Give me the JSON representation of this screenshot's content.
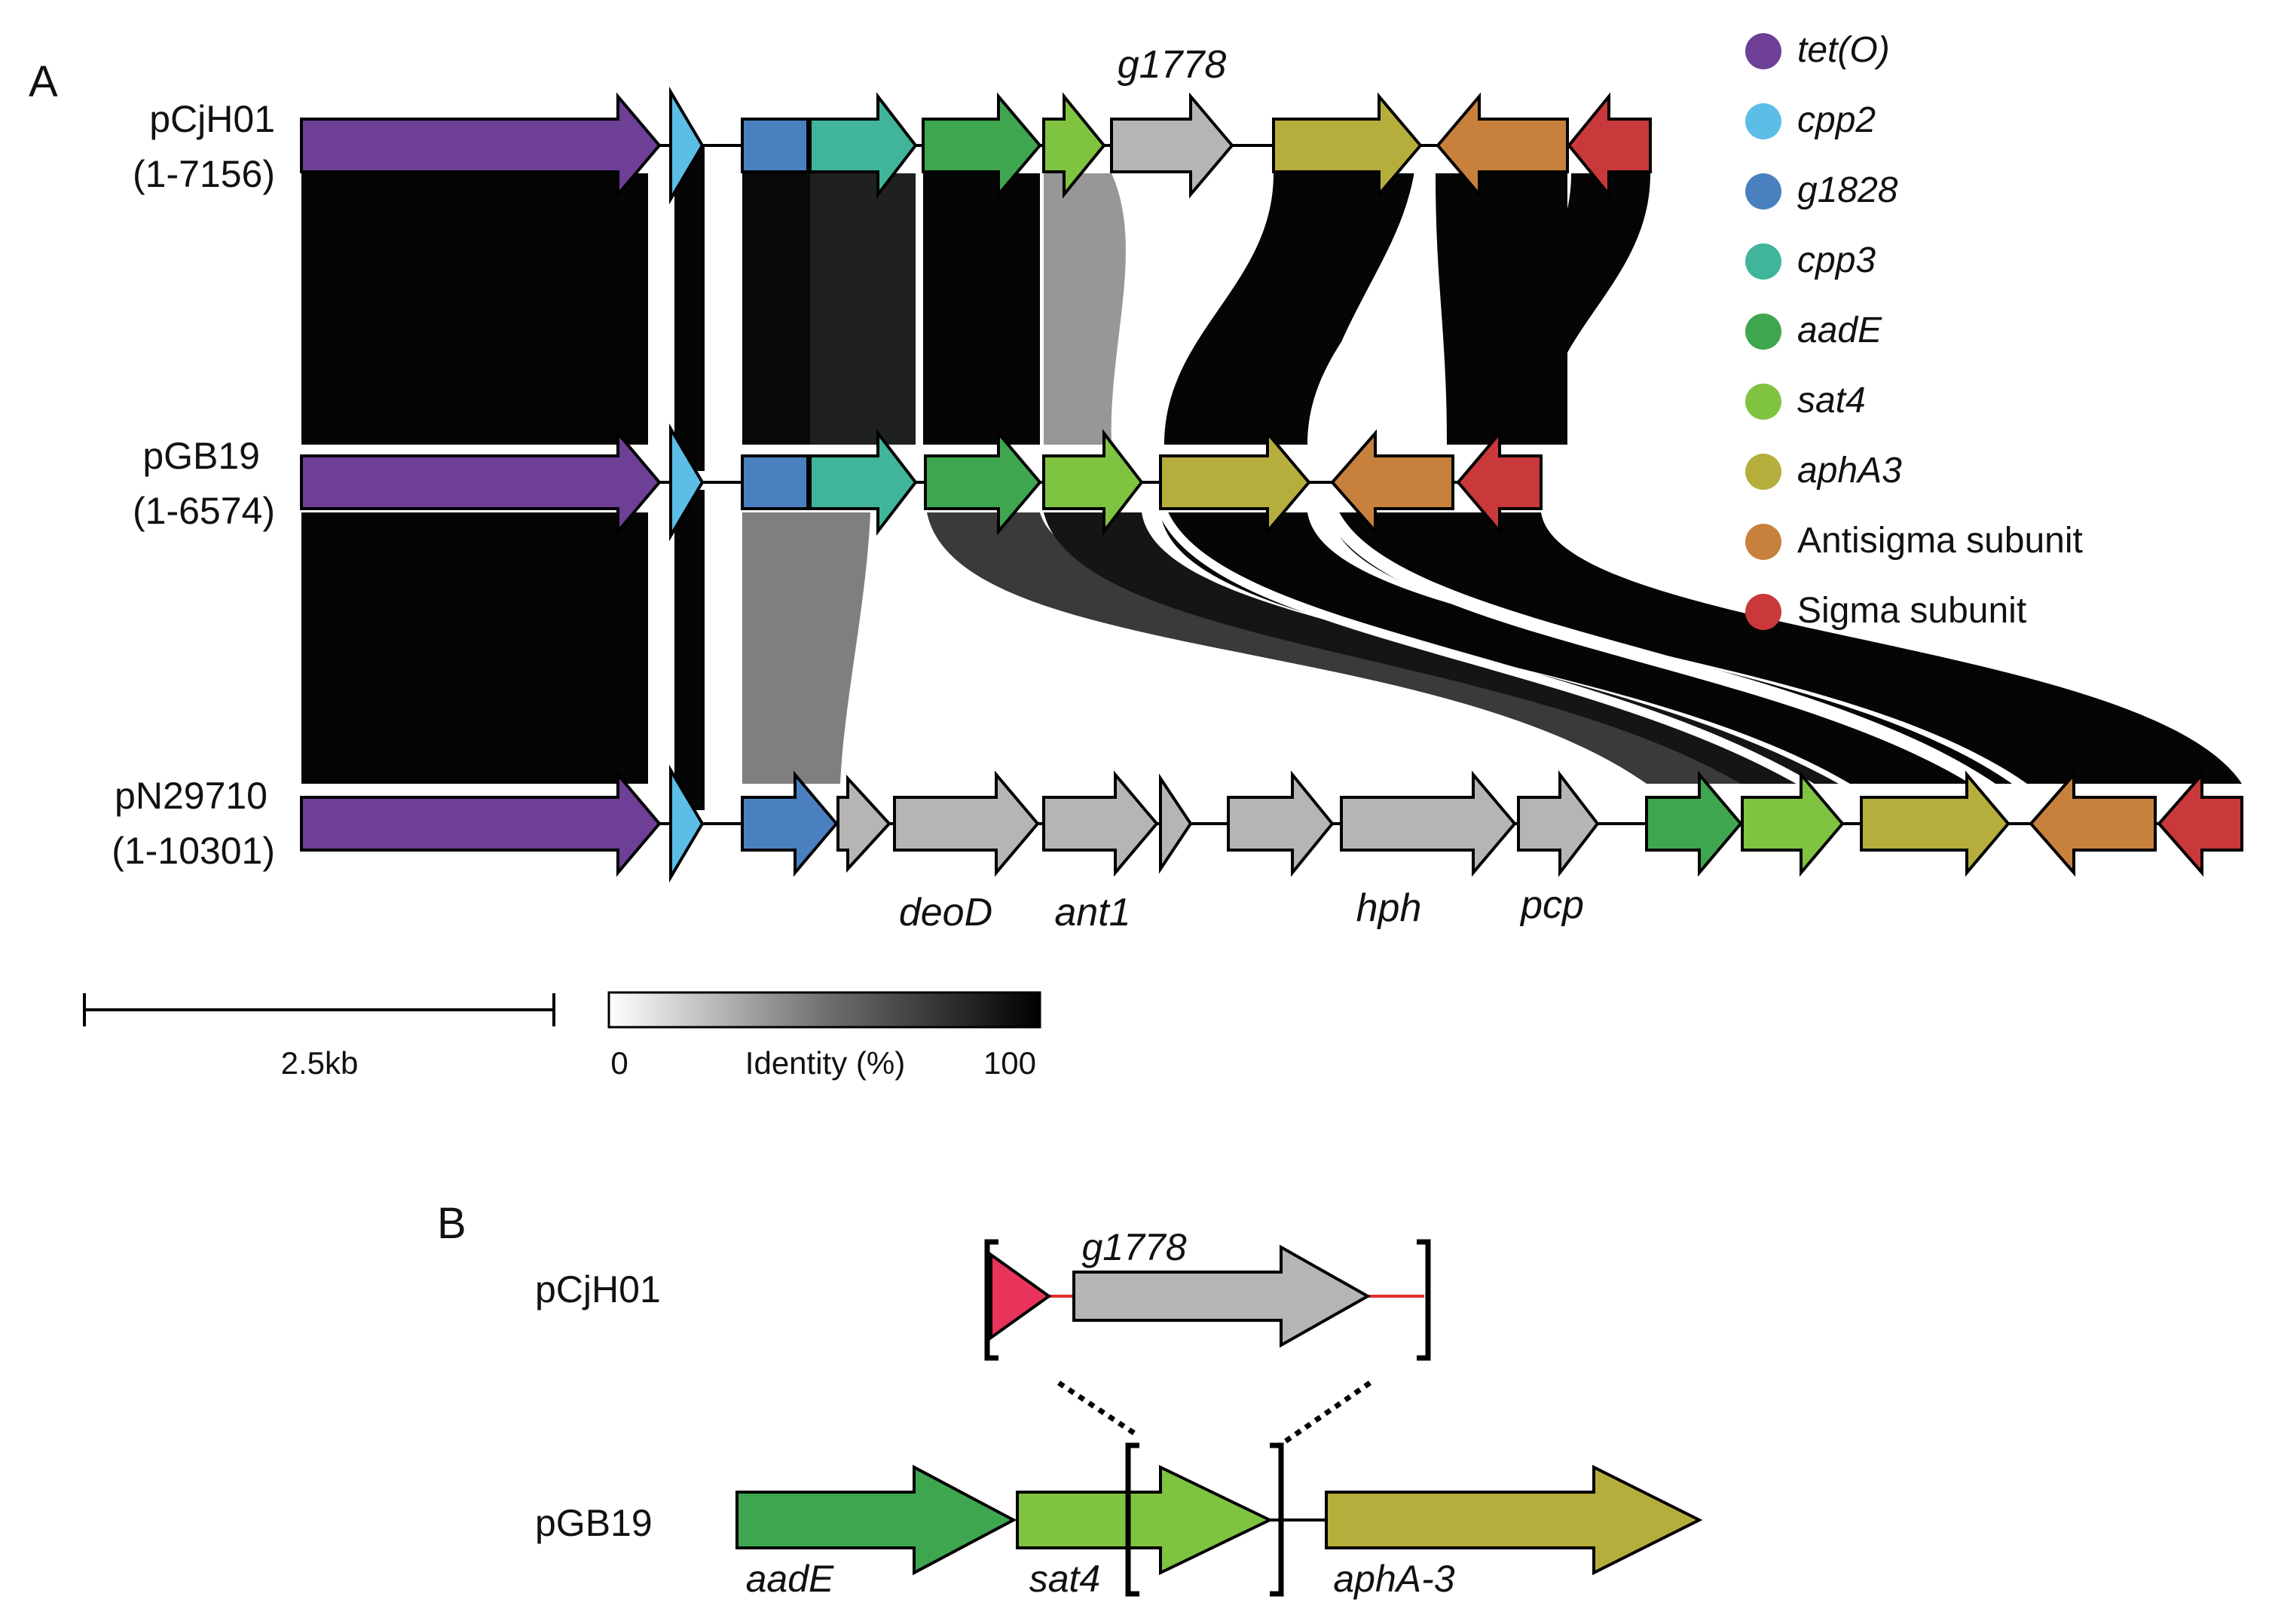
{
  "panel_a": {
    "letter": "A",
    "tracks": {
      "top": {
        "name": "pCjH01",
        "range": "(1-7156)"
      },
      "mid": {
        "name": "pGB19",
        "range": "(1-6574)"
      },
      "bot": {
        "name": "pN29710",
        "range": "(1-10301)"
      }
    },
    "gene_labels": {
      "g1778": "g1778",
      "deoD": "deoD",
      "ant1": "ant1",
      "hph": "hph",
      "pcp": "pcp"
    },
    "legend": [
      {
        "label": "tet(O)",
        "color": "#6d3f96",
        "italic": true
      },
      {
        "label": "cpp2",
        "color": "#5cbde6",
        "italic": true
      },
      {
        "label": "g1828",
        "color": "#4a80c0",
        "italic": true
      },
      {
        "label": "cpp3",
        "color": "#40b59c",
        "italic": true
      },
      {
        "label": "aadE",
        "color": "#3fa650",
        "italic": true
      },
      {
        "label": "sat4",
        "color": "#80c341",
        "italic": true
      },
      {
        "label": "aphA3",
        "color": "#b6ae3c",
        "italic": true
      },
      {
        "label": "Antisigma subunit",
        "color": "#c7813c",
        "italic": false
      },
      {
        "label": "Sigma subunit",
        "color": "#c9383a",
        "italic": false
      }
    ],
    "scale_bar": {
      "label": "2.5kb"
    },
    "identity_bar": {
      "min_label": "0",
      "title": "Identity (%)",
      "max_label": "100"
    }
  },
  "panel_b": {
    "letter": "B",
    "tracks": {
      "top": "pCjH01",
      "bottom": "pGB19"
    },
    "labels": {
      "g1778": "g1778",
      "aadE": "aadE",
      "sat4": "sat4",
      "aphA3": "aphA-3"
    }
  },
  "colors": {
    "tetO": "#6d3f96",
    "cpp2": "#5cbde6",
    "g1828": "#4a80c0",
    "cpp3": "#40b59c",
    "aadE": "#3fa650",
    "sat4": "#80c341",
    "aphA3": "#b6ae3c",
    "antisigma": "#c7813c",
    "sigma": "#c9383a",
    "grey_gene": "#b5b5b5",
    "red_element": "#e8345a",
    "homology_high": "#050505"
  }
}
